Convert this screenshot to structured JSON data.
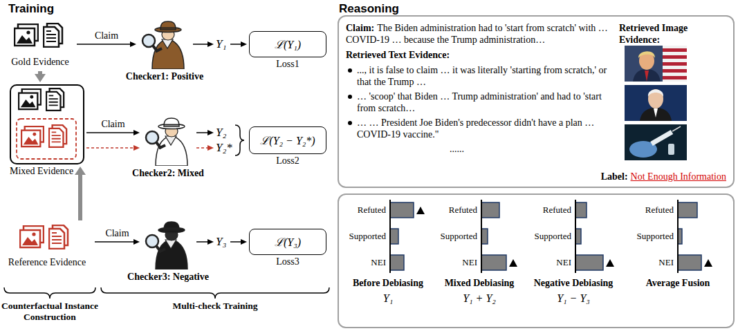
{
  "diagram": {
    "nodes": [
      {
        "text": [
          "Gold Evidence"
        ]
      },
      {
        "text": [
          "Mixed Evidence"
        ]
      },
      {
        "text": [
          "Reference Evidence"
        ]
      },
      {
        "text": [
          "Checker1: Positive"
        ]
      },
      {
        "text": [
          "Checker2: Mixed"
        ]
      },
      {
        "text": [
          "Checker3: Negative"
        ]
      },
      {
        "text": [
          "Y₁"
        ]
      },
      {
        "text": [
          "Y₂"
        ]
      },
      {
        "text": [
          "Y₂*"
        ]
      },
      {
        "text": [
          "Y₃"
        ]
      },
      {
        "text": [
          "ℒ(Y₁)",
          "Loss1"
        ]
      },
      {
        "text": [
          "ℒ(Y₂ − Y₂*)",
          "Loss2"
        ]
      },
      {
        "text": [
          "ℒ(Y₃)",
          "Loss3"
        ]
      },
      {
        "text": [
          "Claim:",
          "The Biden administration had to 'start from scratch' with … COVID-19 … because the Trump administration…",
          "Retrieved Text Evidence:",
          "..., it is false to claim … it was literally 'starting from scratch,' or that the Trump …",
          "… 'scoop' that Biden … Trump administration' and had to 'start from scratch…",
          "… … President Joe Biden's predecessor didn't have a plan … COVID-19 vaccine.\"",
          "......",
          "Retrieved Image Evidence:",
          "Label:",
          "Not Enough Information"
        ]
      },
      {
        "text": []
      },
      {
        "text": [
          "Refuted",
          "Supported",
          "NEI",
          "Before Debiasing",
          "Y₁"
        ],
        "in": 14
      },
      {
        "text": [
          "Refuted",
          "Supported",
          "NEI",
          "Mixed Debiasing",
          "Y₁ + Y₂"
        ],
        "in": 14
      },
      {
        "text": [
          "Refuted",
          "Supported",
          "NEI",
          "Negative Debiasing",
          "Y₁ − Y₃"
        ],
        "in": 14
      },
      {
        "text": [
          "Refuted",
          "Supported",
          "NEI",
          "Average Fusion"
        ],
        "in": 14
      }
    ],
    "edges": [
      {
        "from": 0,
        "to": 1,
        "arrow": "to"
      },
      {
        "from": 2,
        "to": 1,
        "arrow": "to"
      },
      {
        "from": 0,
        "to": 3,
        "label": "Claim",
        "arrow": "to"
      },
      {
        "from": 1,
        "to": 4,
        "label": "Claim",
        "arrow": "to"
      },
      {
        "from": 1,
        "to": 4,
        "arrow": "to"
      },
      {
        "from": 2,
        "to": 5,
        "label": "Claim",
        "arrow": "to"
      },
      {
        "from": 3,
        "to": 6,
        "arrow": "to"
      },
      {
        "from": 6,
        "to": 10,
        "arrow": "to"
      },
      {
        "from": 4,
        "to": 7,
        "arrow": "to"
      },
      {
        "from": 4,
        "to": 8,
        "arrow": "to"
      },
      {
        "from": 5,
        "to": 9,
        "arrow": "to"
      },
      {
        "from": 9,
        "to": 12,
        "arrow": "to"
      }
    ],
    "labels": [
      "Training",
      "Reasoning",
      "Counterfactual Instance Construction",
      "Multi-check Training"
    ]
  }
}
